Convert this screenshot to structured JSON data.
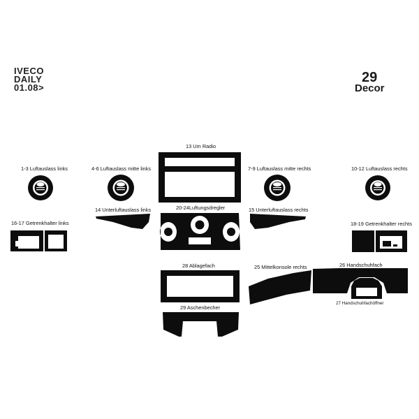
{
  "header": {
    "brand_line1": "IVECO",
    "brand_line2": "DAILY",
    "brand_line3": "01.08>",
    "kit_number": "29",
    "kit_name": "Decor"
  },
  "labels": {
    "vent_left": "1-3 Luftauslass links",
    "vent_mid_left": "4-6 Luftauslass mitte links",
    "radio": "13 Um Radio",
    "vent_mid_right": "7-9 Luftauslass mitte rechts",
    "vent_right": "10-12 Luftauslass rechts",
    "lower_vent_left": "14 Unterluftauslass links",
    "regulator": "20-24Luftungsdregler",
    "lower_vent_right": "15 Unterluftauslass rechts",
    "cupholder_left": "16-17 Getrenkhalter links",
    "cupholder_right": "18-19 Getrenkhalter rechts",
    "storage": "28  Ablagefach",
    "console_right": "25 Mittelkonsole rechts",
    "glovebox": "26 Handschuhfach",
    "glovebox_opener": "27 Handschuhfachöffner",
    "ashtray": "29 Aschenbecher"
  },
  "colors": {
    "part": "#0d0d0d",
    "background": "#ffffff"
  }
}
